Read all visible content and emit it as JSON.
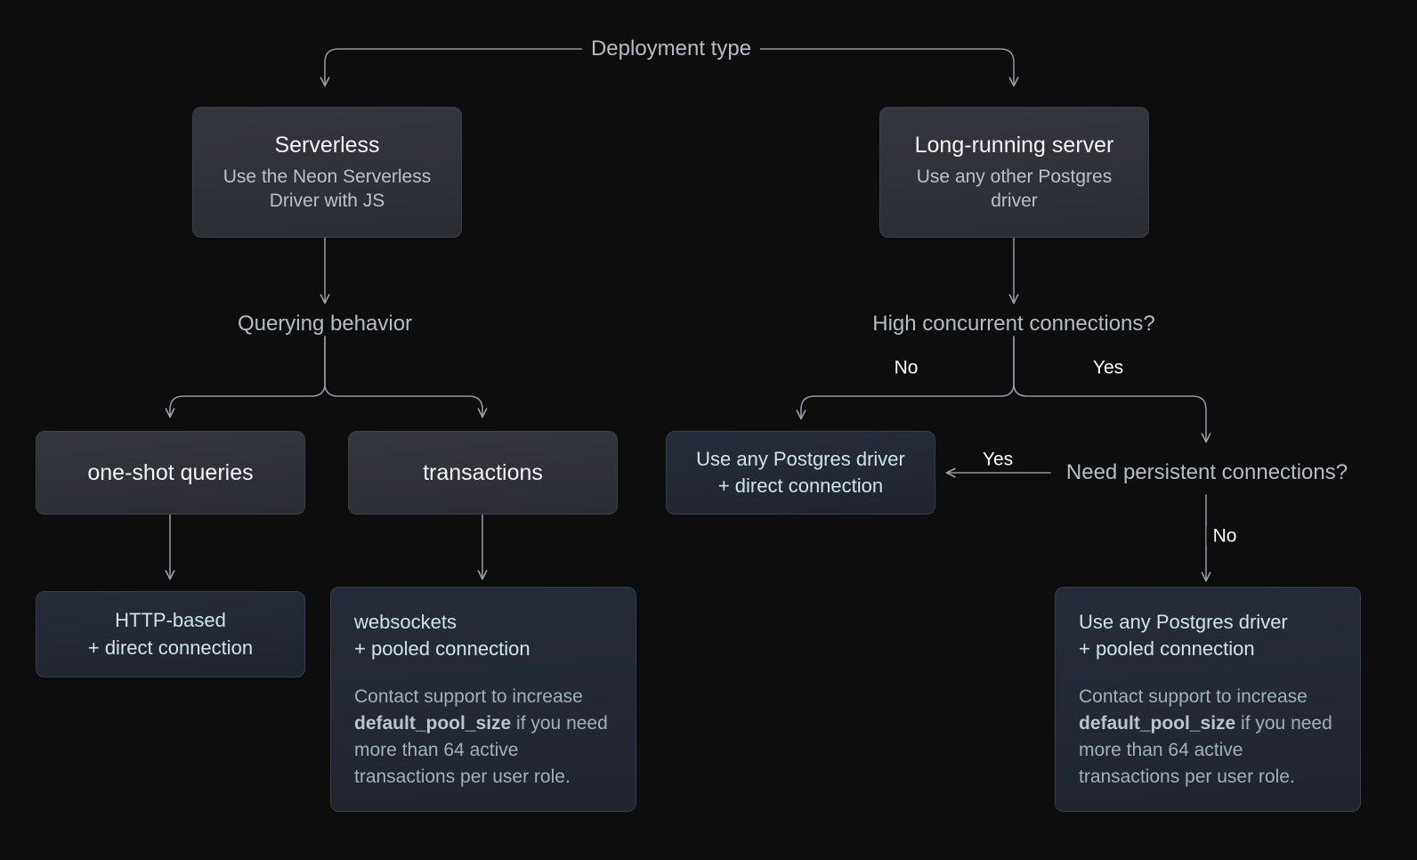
{
  "diagram": {
    "title": "Deployment type",
    "background": "#0d0d0e",
    "accent_blue": "#cfe3ea",
    "card_grey": "#31343a",
    "card_blue": "#252b36"
  },
  "root": {
    "label": "Deployment type"
  },
  "branches": {
    "serverless": {
      "title": "Serverless",
      "subtitle": "Use the Neon Serverless\nDriver with JS",
      "decision": "Querying behavior",
      "options": [
        {
          "label": "one-shot queries"
        },
        {
          "label": "transactions"
        }
      ],
      "outcomes": [
        {
          "head": "HTTP-based\n+ direct connection",
          "note": null,
          "align": "center"
        },
        {
          "head": "websockets\n+ pooled connection",
          "note_before": "Contact support to increase ",
          "note_code": "default_pool_size",
          "note_after": " if you need more than 64 active transactions per user role.",
          "align": "left"
        }
      ]
    },
    "long_running": {
      "title": "Long-running server",
      "subtitle": "Use any other Postgres\ndriver",
      "decision": "High concurrent connections?",
      "edge_no": "No",
      "edge_yes": "Yes",
      "no_outcome": {
        "head": "Use any Postgres driver\n+ direct connection",
        "align": "center"
      },
      "second_decision": "Need persistent connections?",
      "second_edge_yes": "Yes",
      "second_edge_no": "No",
      "no_persistent_outcome": {
        "head": "Use any Postgres driver\n+ pooled connection",
        "note_before": "Contact support to increase ",
        "note_code": "default_pool_size",
        "note_after": " if you need more than 64 active transactions per user role.",
        "align": "left"
      }
    }
  }
}
